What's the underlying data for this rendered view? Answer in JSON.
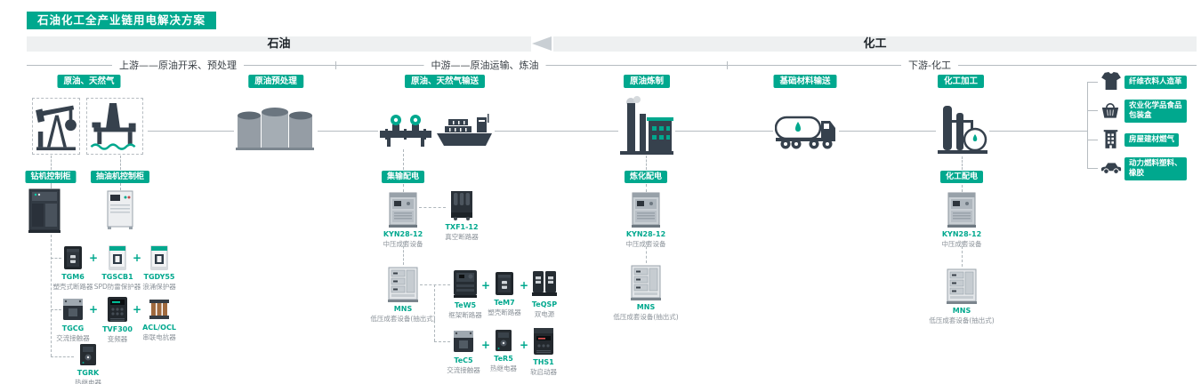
{
  "header": {
    "title": "石油化工全产业链用电解决方案"
  },
  "bands": {
    "oil": "石油",
    "chemical": "化工"
  },
  "stages": [
    {
      "label": "上游——原油开采、预处理"
    },
    {
      "label": "中游——原油运输、炼油"
    },
    {
      "label": "下游-化工"
    }
  ],
  "process_badges": [
    {
      "label": "原油、天然气"
    },
    {
      "label": "原油预处理"
    },
    {
      "label": "原油、天然气输送"
    },
    {
      "label": "原油炼制"
    },
    {
      "label": "基础材料输送"
    },
    {
      "label": "化工加工"
    }
  ],
  "end_products": [
    {
      "label": "纤维衣料人造革",
      "icon": "tshirt-icon"
    },
    {
      "label": "农业化学品食品\n包装盒",
      "icon": "basket-icon"
    },
    {
      "label": "房屋建材燃气",
      "icon": "building-icon"
    },
    {
      "label": "动力燃料塑料、\n橡胶",
      "icon": "car-icon"
    }
  ],
  "control_badges": [
    {
      "label": "钻机控制柜"
    },
    {
      "label": "抽油机控制柜"
    },
    {
      "label": "集输配电"
    },
    {
      "label": "炼化配电"
    },
    {
      "label": "化工配电"
    }
  ],
  "plus": "+",
  "products": {
    "left": [
      {
        "name": "TGM6",
        "desc": "塑壳式断路器"
      },
      {
        "name": "TGSCB1",
        "desc": "SPD防雷保护器"
      },
      {
        "name": "TGDY55",
        "desc": "浪涌保护器"
      },
      {
        "name": "TGCG",
        "desc": "交流接触器"
      },
      {
        "name": "TVF300",
        "desc": "变频器"
      },
      {
        "name": "ACL/OCL",
        "desc": "串联电抗器"
      },
      {
        "name": "TGRK",
        "desc": "热继电器"
      }
    ],
    "gathering": [
      {
        "name": "KYN28-12",
        "desc": "中压成套设备"
      },
      {
        "name": "TXF1-12",
        "desc": "真空断路器"
      },
      {
        "name": "MNS",
        "desc": "低压成套设备(抽出式)"
      },
      {
        "name": "TeW5",
        "desc": "框架断路器"
      },
      {
        "name": "TeM7",
        "desc": "塑壳断路器"
      },
      {
        "name": "TeQSP",
        "desc": "双电源"
      },
      {
        "name": "TeC5",
        "desc": "交流接触器"
      },
      {
        "name": "TeR5",
        "desc": "热继电器"
      },
      {
        "name": "THS1",
        "desc": "软启动器"
      }
    ],
    "refinery": [
      {
        "name": "KYN28-12",
        "desc": "中压成套设备"
      },
      {
        "name": "MNS",
        "desc": "低压成套设备(抽出式)"
      }
    ],
    "chemical": [
      {
        "name": "KYN28-12",
        "desc": "中压成套设备"
      },
      {
        "name": "MNS",
        "desc": "低压成套设备(抽出式)"
      }
    ]
  },
  "colors": {
    "accent": "#00a88e",
    "icon_dark": "#36414d"
  },
  "icons": {
    "pumpjack": "pumpjack-icon",
    "offshore_platform": "offshore-platform-icon",
    "storage_tanks": "storage-tanks-icon",
    "pipeline_valves": "pipeline-icon",
    "tanker_ship": "ship-icon",
    "refinery": "refinery-icon",
    "tanker_truck": "tanker-truck-icon",
    "chemical_plant": "chemical-plant-icon"
  }
}
